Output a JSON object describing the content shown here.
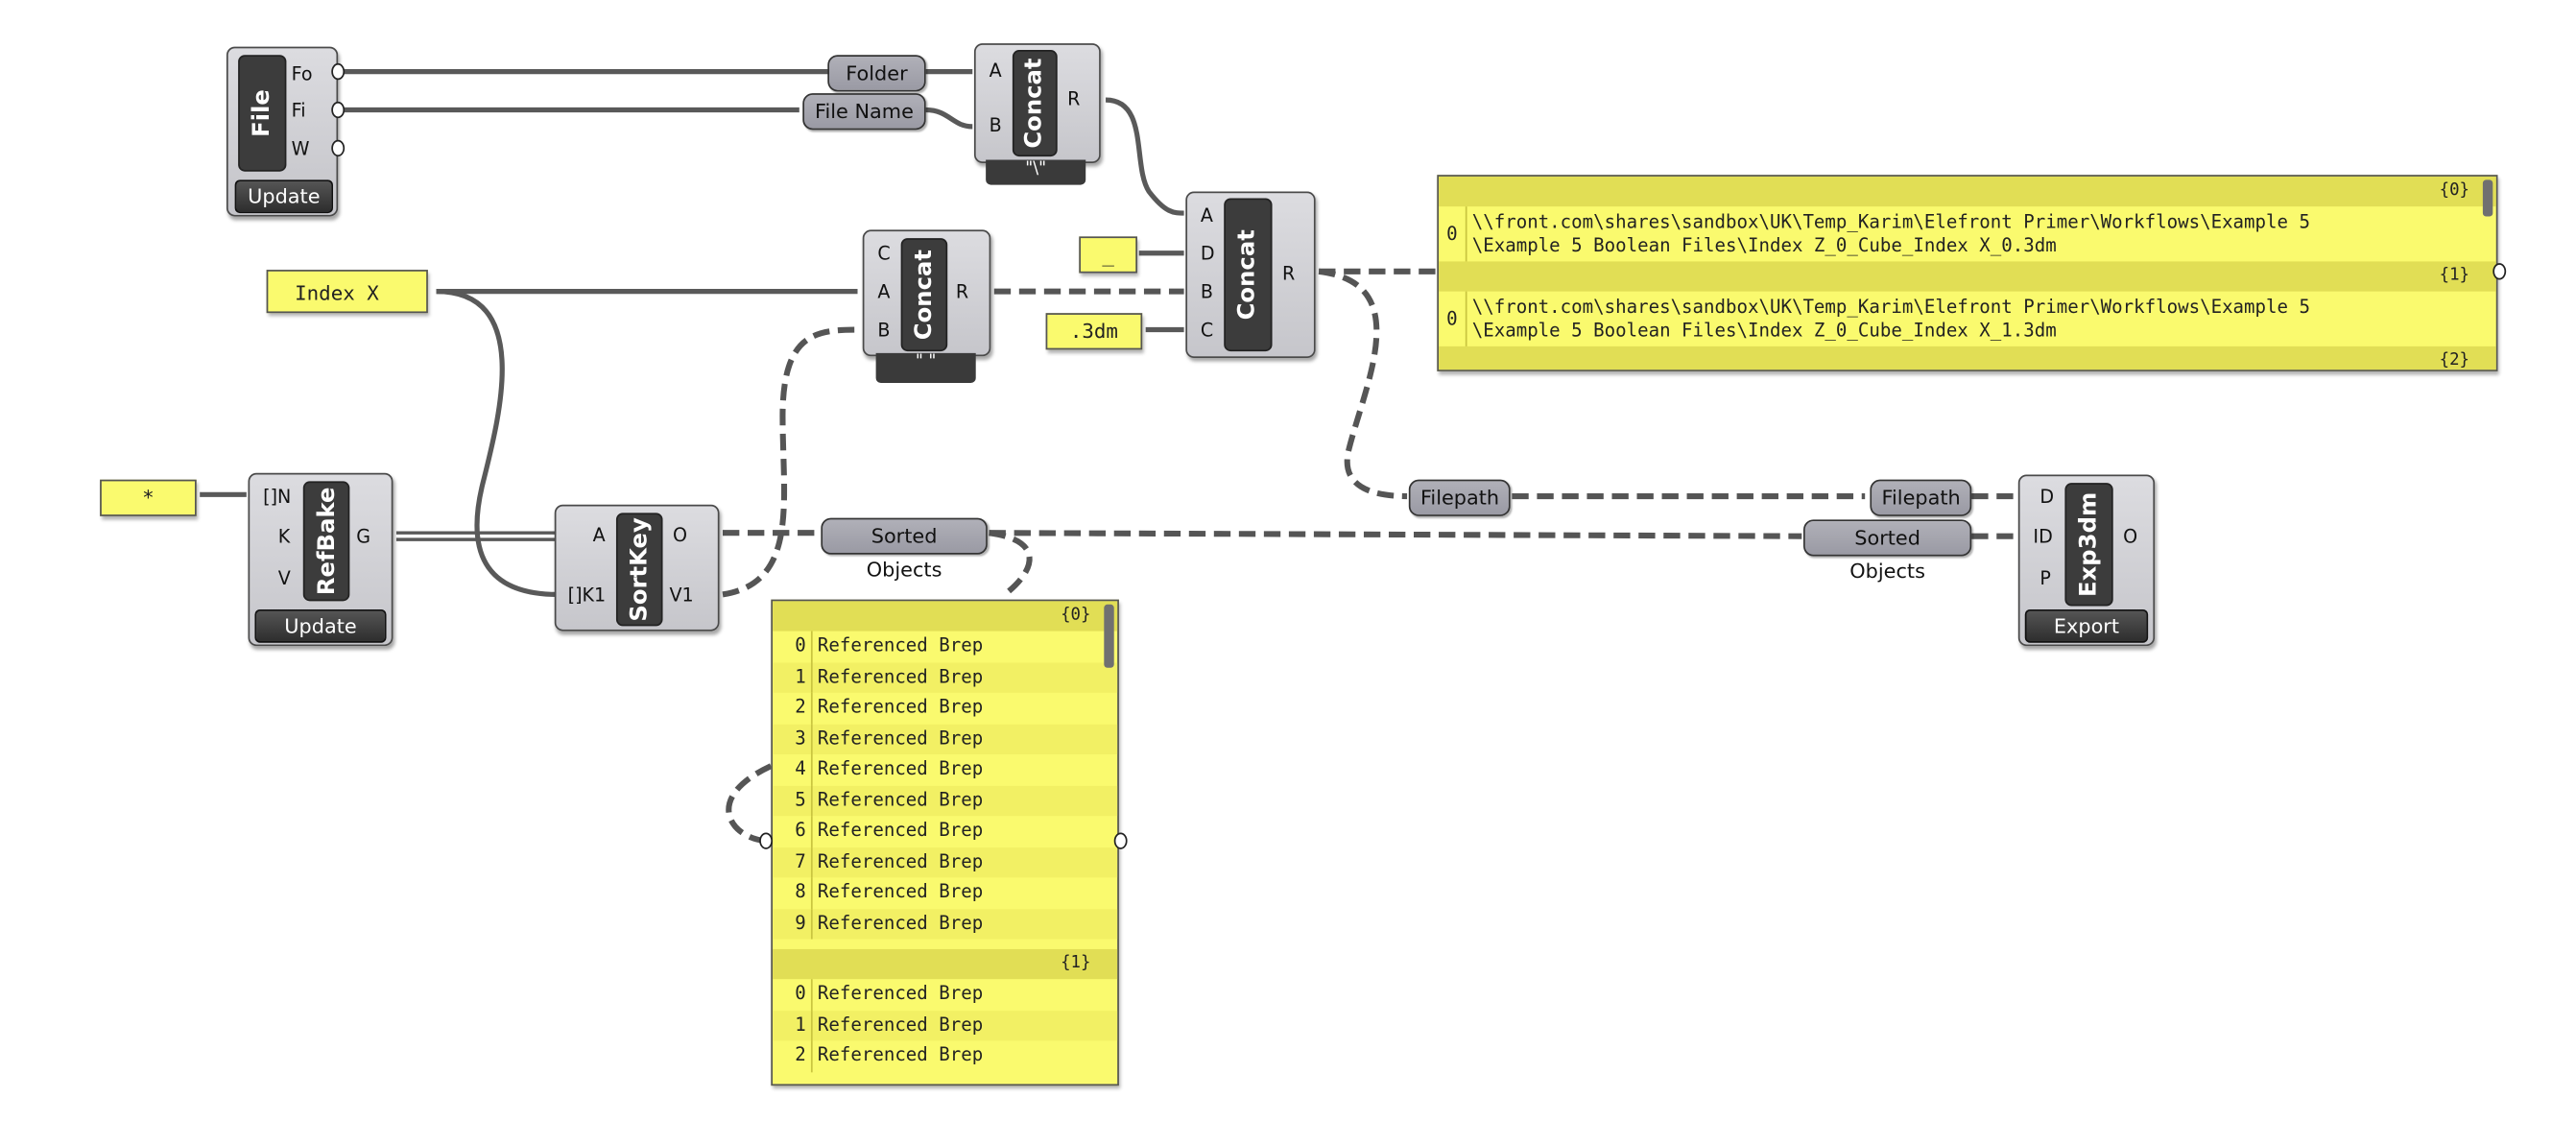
{
  "file_component": {
    "nickname": "File",
    "outputs": [
      "Fo",
      "Fi",
      "W"
    ],
    "button": "Update"
  },
  "relays": {
    "folder": "Folder",
    "file_name": "File Name",
    "filepath_left": "Filepath",
    "filepath_right": "Filepath",
    "sorted_left": "Sorted Objects",
    "sorted_right": "Sorted Objects"
  },
  "concat_top": {
    "nickname": "Concat",
    "inputs": [
      "A",
      "B"
    ],
    "output": "R",
    "tag": "\"\\\""
  },
  "concat_mid": {
    "nickname": "Concat",
    "inputs": [
      "C",
      "A",
      "B"
    ],
    "output": "R",
    "tag": "\" \""
  },
  "concat_right": {
    "nickname": "Concat",
    "inputs": [
      "A",
      "D",
      "B",
      "C"
    ],
    "output": "R"
  },
  "panels": {
    "index_x": "Index X",
    "underscore": "_",
    "ext": ".3dm",
    "star": "*"
  },
  "refbake": {
    "nickname": "RefBake",
    "inputs": [
      "[]N",
      "K",
      "V"
    ],
    "output": "G",
    "button": "Update"
  },
  "sortkey": {
    "nickname": "SortKey",
    "inputs": [
      "A",
      "[]K1"
    ],
    "outputs": [
      "O",
      "V1"
    ]
  },
  "exp3dm": {
    "nickname": "Exp3dm",
    "inputs": [
      "D",
      "ID",
      "P"
    ],
    "output": "O",
    "button": "Export"
  },
  "path_panel": {
    "branches": [
      {
        "path": "{0}",
        "index": "0",
        "line1": "\\\\front.com\\shares\\sandbox\\UK\\Temp_Karim\\Elefront Primer\\Workflows\\Example 5",
        "line2": "\\Example 5 Boolean Files\\Index Z_0_Cube_Index X_0.3dm"
      },
      {
        "path": "{1}",
        "index": "0",
        "line1": "\\\\front.com\\shares\\sandbox\\UK\\Temp_Karim\\Elefront Primer\\Workflows\\Example 5",
        "line2": "\\Example 5 Boolean Files\\Index Z_0_Cube_Index X_1.3dm"
      }
    ],
    "next_path": "{2}"
  },
  "brep_panel": {
    "branch0": {
      "path": "{0}",
      "items": [
        {
          "i": "0",
          "v": "Referenced Brep"
        },
        {
          "i": "1",
          "v": "Referenced Brep"
        },
        {
          "i": "2",
          "v": "Referenced Brep"
        },
        {
          "i": "3",
          "v": "Referenced Brep"
        },
        {
          "i": "4",
          "v": "Referenced Brep"
        },
        {
          "i": "5",
          "v": "Referenced Brep"
        },
        {
          "i": "6",
          "v": "Referenced Brep"
        },
        {
          "i": "7",
          "v": "Referenced Brep"
        },
        {
          "i": "8",
          "v": "Referenced Brep"
        },
        {
          "i": "9",
          "v": "Referenced Brep"
        }
      ]
    },
    "branch1": {
      "path": "{1}",
      "items": [
        {
          "i": "0",
          "v": "Referenced Brep"
        },
        {
          "i": "1",
          "v": "Referenced Brep"
        },
        {
          "i": "2",
          "v": "Referenced Brep"
        }
      ]
    }
  },
  "colors": {
    "panel": "#fafa6e",
    "component": "#d0d0d4",
    "wire": "#555555",
    "nickname": "#3c3c3c"
  }
}
